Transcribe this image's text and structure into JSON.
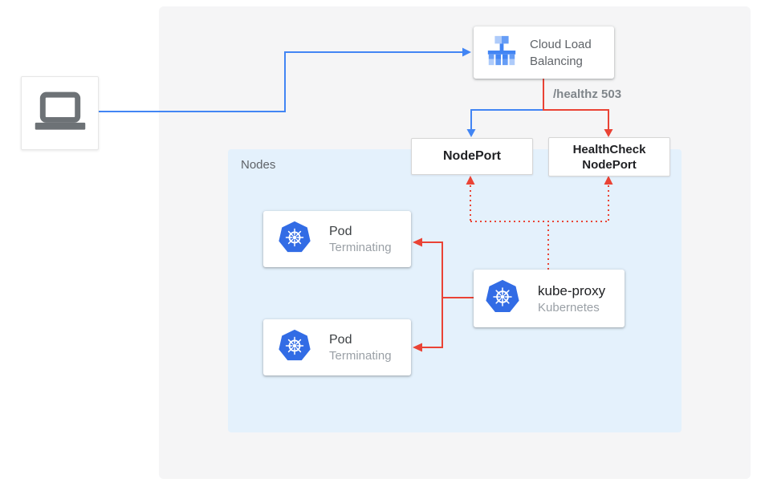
{
  "diagram": {
    "title_hint": "Kubernetes external load balancer health-check diagram",
    "laptop": {
      "icon": "laptop-icon"
    },
    "cloud_load_balancing": {
      "label": "Cloud Load Balancing"
    },
    "healthz_label": "/healthz 503",
    "nodeport": {
      "label": "NodePort"
    },
    "healthcheck_nodeport": {
      "line1": "HealthCheck",
      "line2": "NodePort"
    },
    "nodes_panel": {
      "label": "Nodes"
    },
    "pods": [
      {
        "title": "Pod",
        "status": "Terminating"
      },
      {
        "title": "Pod",
        "status": "Terminating"
      }
    ],
    "kube_proxy": {
      "title": "kube-proxy",
      "subtitle": "Kubernetes"
    },
    "colors": {
      "blue_line": "#4285f4",
      "red_line": "#ea4335",
      "panel_gray": "#f5f5f6",
      "panel_blue": "#e4f1fc",
      "kubernetes_blue": "#326ce5",
      "text_dark": "#202124",
      "text_gray": "#5f6368",
      "text_light_gray": "#9aa0a6",
      "healthz_gray": "#80868b"
    },
    "edges": [
      {
        "from": "laptop",
        "to": "cloud-load-balancing",
        "color": "blue",
        "style": "solid"
      },
      {
        "from": "cloud-load-balancing",
        "to": "nodeport",
        "color": "blue",
        "style": "solid"
      },
      {
        "from": "cloud-load-balancing",
        "to": "healthcheck-nodeport",
        "color": "red",
        "style": "solid",
        "label": "/healthz 503"
      },
      {
        "from": "kube-proxy",
        "to": "nodeport",
        "color": "red",
        "style": "dotted"
      },
      {
        "from": "kube-proxy",
        "to": "healthcheck-nodeport",
        "color": "red",
        "style": "dotted"
      },
      {
        "from": "kube-proxy",
        "to": "pod-terminating-1",
        "color": "red",
        "style": "solid"
      },
      {
        "from": "kube-proxy",
        "to": "pod-terminating-2",
        "color": "red",
        "style": "solid"
      }
    ]
  }
}
